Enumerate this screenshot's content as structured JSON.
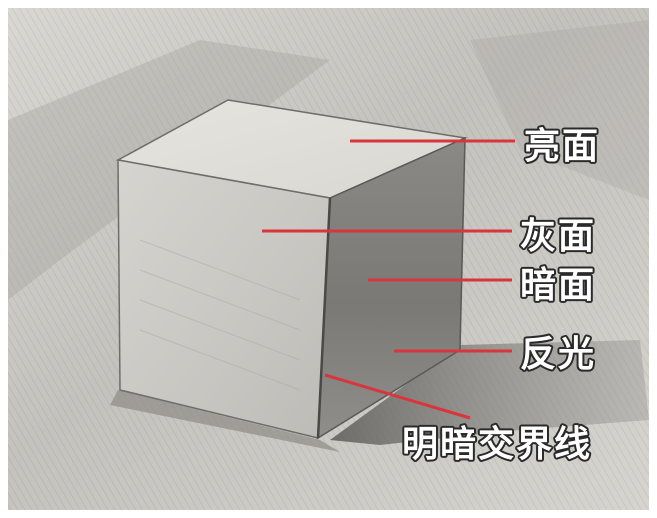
{
  "labels": {
    "highlight_face": "亮面",
    "halftone_face": "灰面",
    "shadow_face": "暗面",
    "reflected_light": "反光",
    "terminator_line": "明暗交界线"
  },
  "colors": {
    "pointer_line": "#d8353c",
    "paper": "#cfccc6",
    "top_face": "#e3e1dc",
    "front_face": "#cfcdc8",
    "side_face": "#7f7e7a",
    "cast_shadow": "#66645f"
  }
}
